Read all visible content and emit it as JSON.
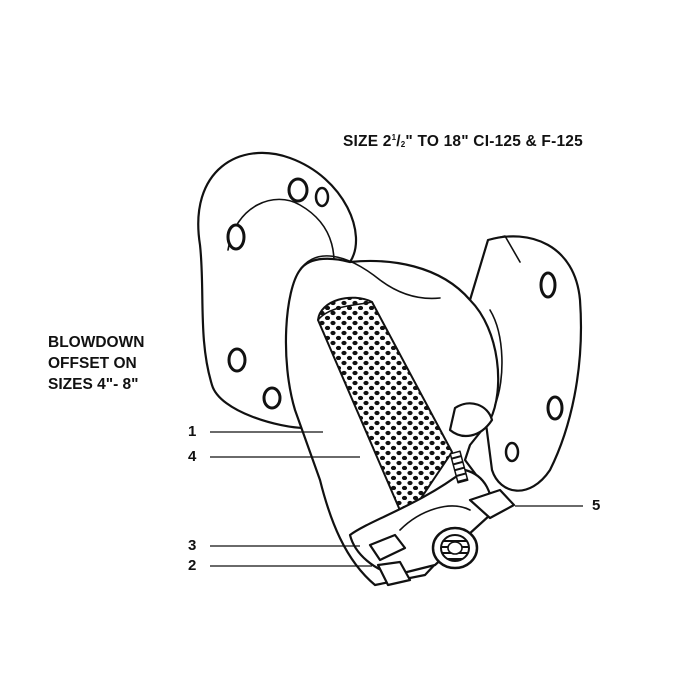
{
  "title": {
    "prefix": "SIZE 2",
    "frac_num": "1",
    "frac_den": "2",
    "suffix": "\" TO 18\" CI-125 & F-125"
  },
  "note_lines": [
    "BLOWDOWN",
    "OFFSET ON",
    "SIZES 4\"- 8\""
  ],
  "callouts": {
    "c1": "1",
    "c2": "2",
    "c3": "3",
    "c4": "4",
    "c5": "5"
  }
}
